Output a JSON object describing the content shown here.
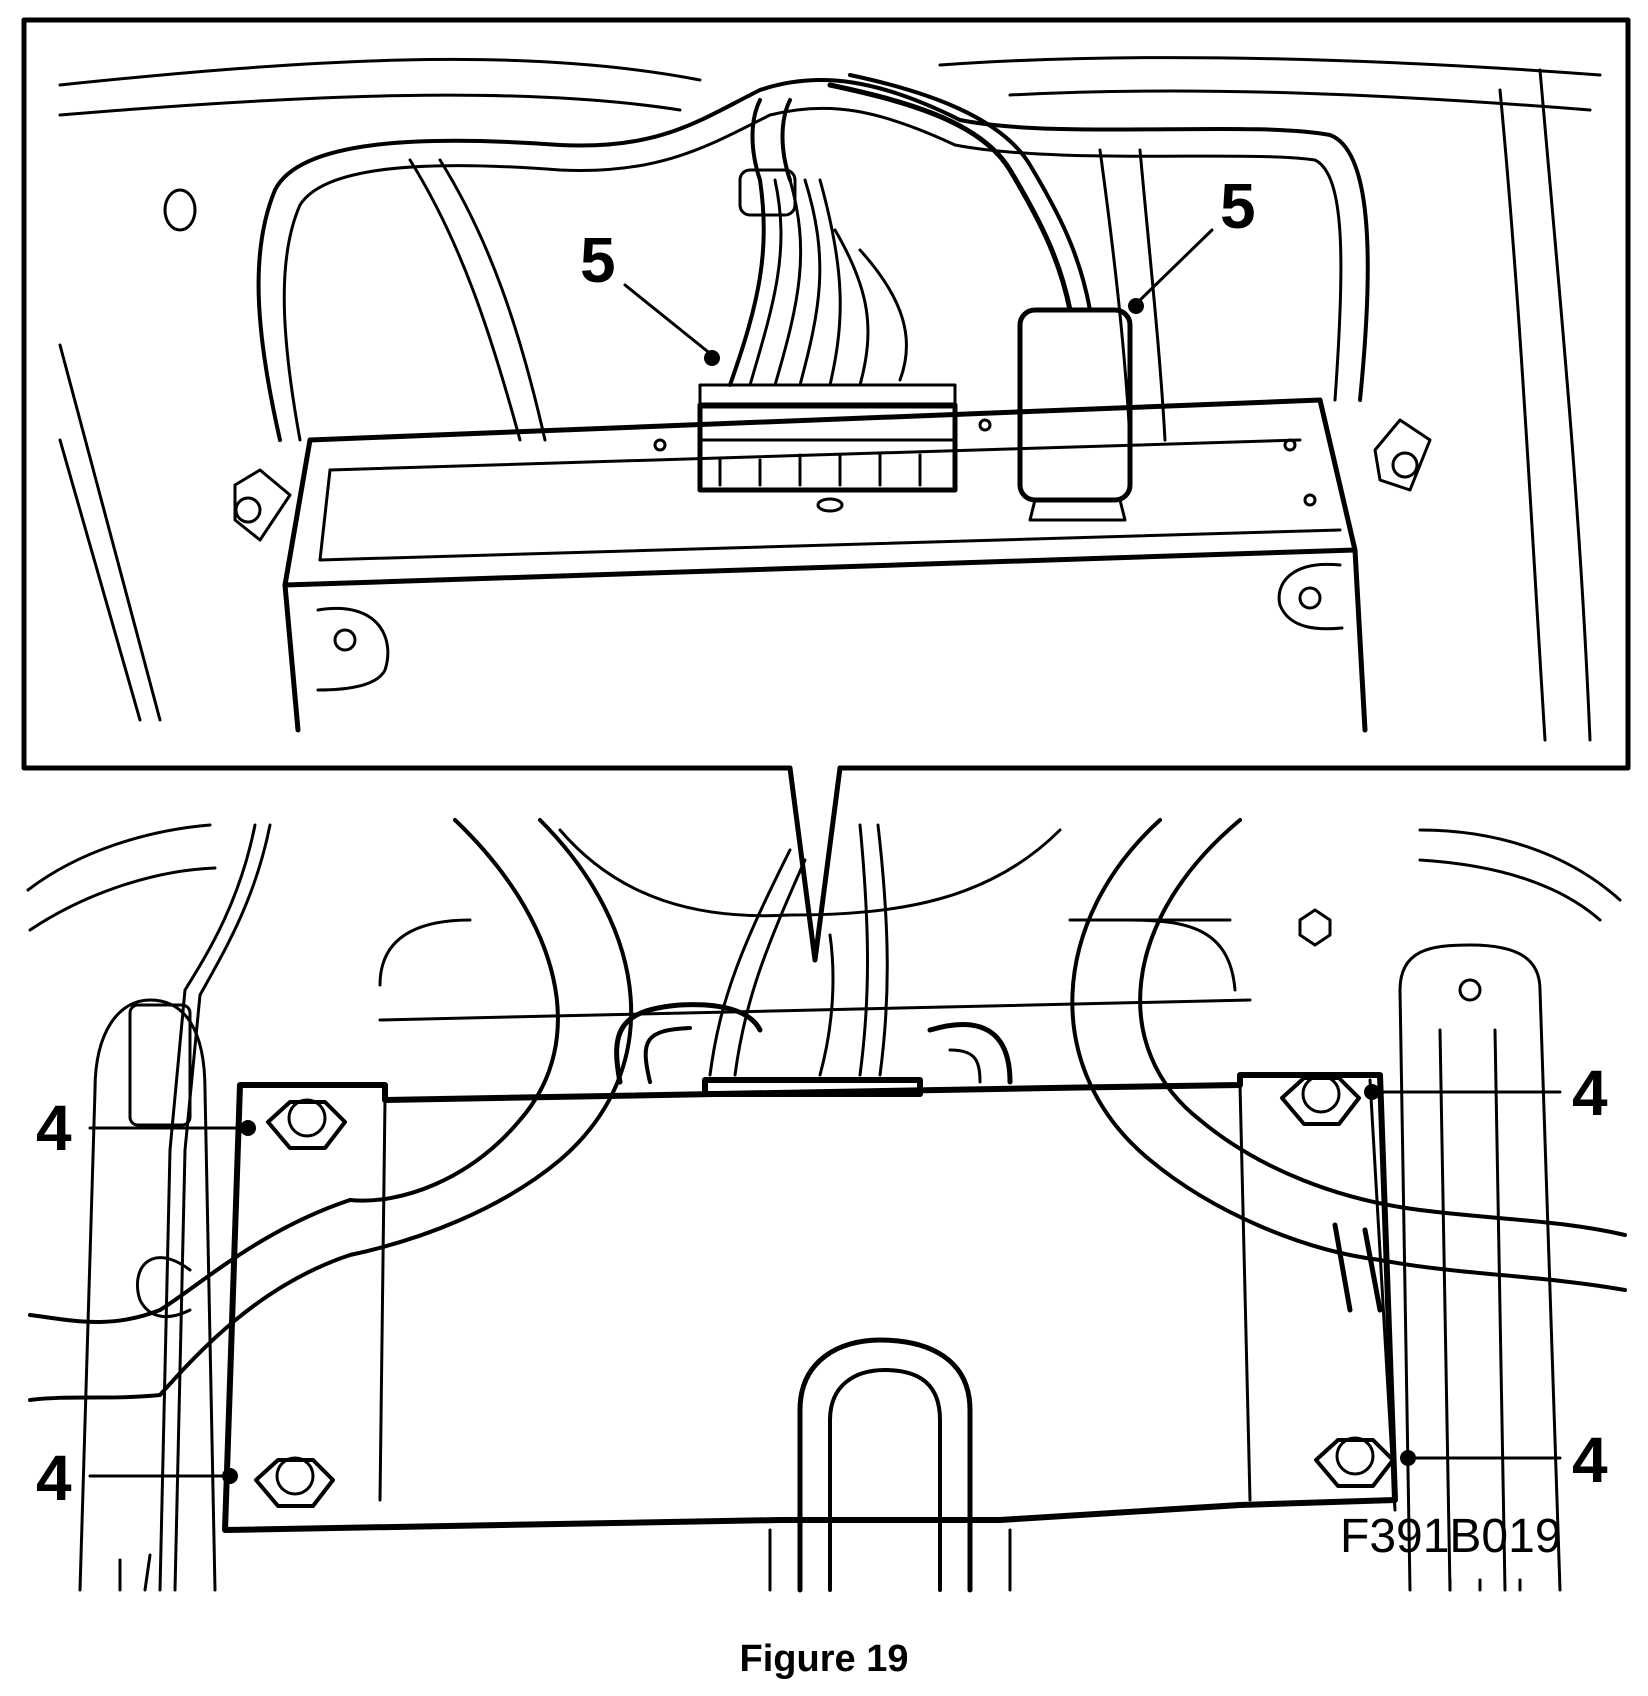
{
  "callouts": {
    "module_connector": "5",
    "antenna_connector": "5",
    "nut_top_right": "4",
    "nut_top_left": "4",
    "nut_bottom_left": "4",
    "nut_bottom_right": "4"
  },
  "figure_code": "F391B019",
  "caption": "Figure 19"
}
